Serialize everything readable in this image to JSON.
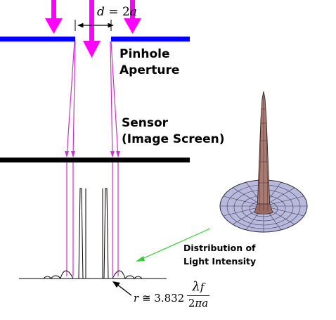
{
  "colors": {
    "arrow": "#ff00ff",
    "aperture": "#0000ff",
    "sensor": "#000000",
    "rays": "#cc33cc",
    "pointer": "#33cc33",
    "label": "#000000"
  },
  "labels": {
    "pinhole": [
      "Pinhole",
      "Aperture"
    ],
    "sensor": [
      "Sensor",
      "(Image Screen)"
    ],
    "distribution": [
      "Distribution of",
      "Light Intensity"
    ]
  },
  "formulas": {
    "diameter": {
      "lhs": "d",
      "eq": " = 2",
      "rhs": "a"
    },
    "radius": {
      "lhs": "r",
      "approx": " ≅ 3.832",
      "num_lambda": "λ",
      "num_f": "f",
      "den_2": "2",
      "den_pi": "π",
      "den_a": "a"
    }
  },
  "icons": {
    "incoming_light": "arrow-down-icon",
    "dimension": "double-headed-arrow-icon",
    "surface_plot": "3d-surface-icon"
  }
}
